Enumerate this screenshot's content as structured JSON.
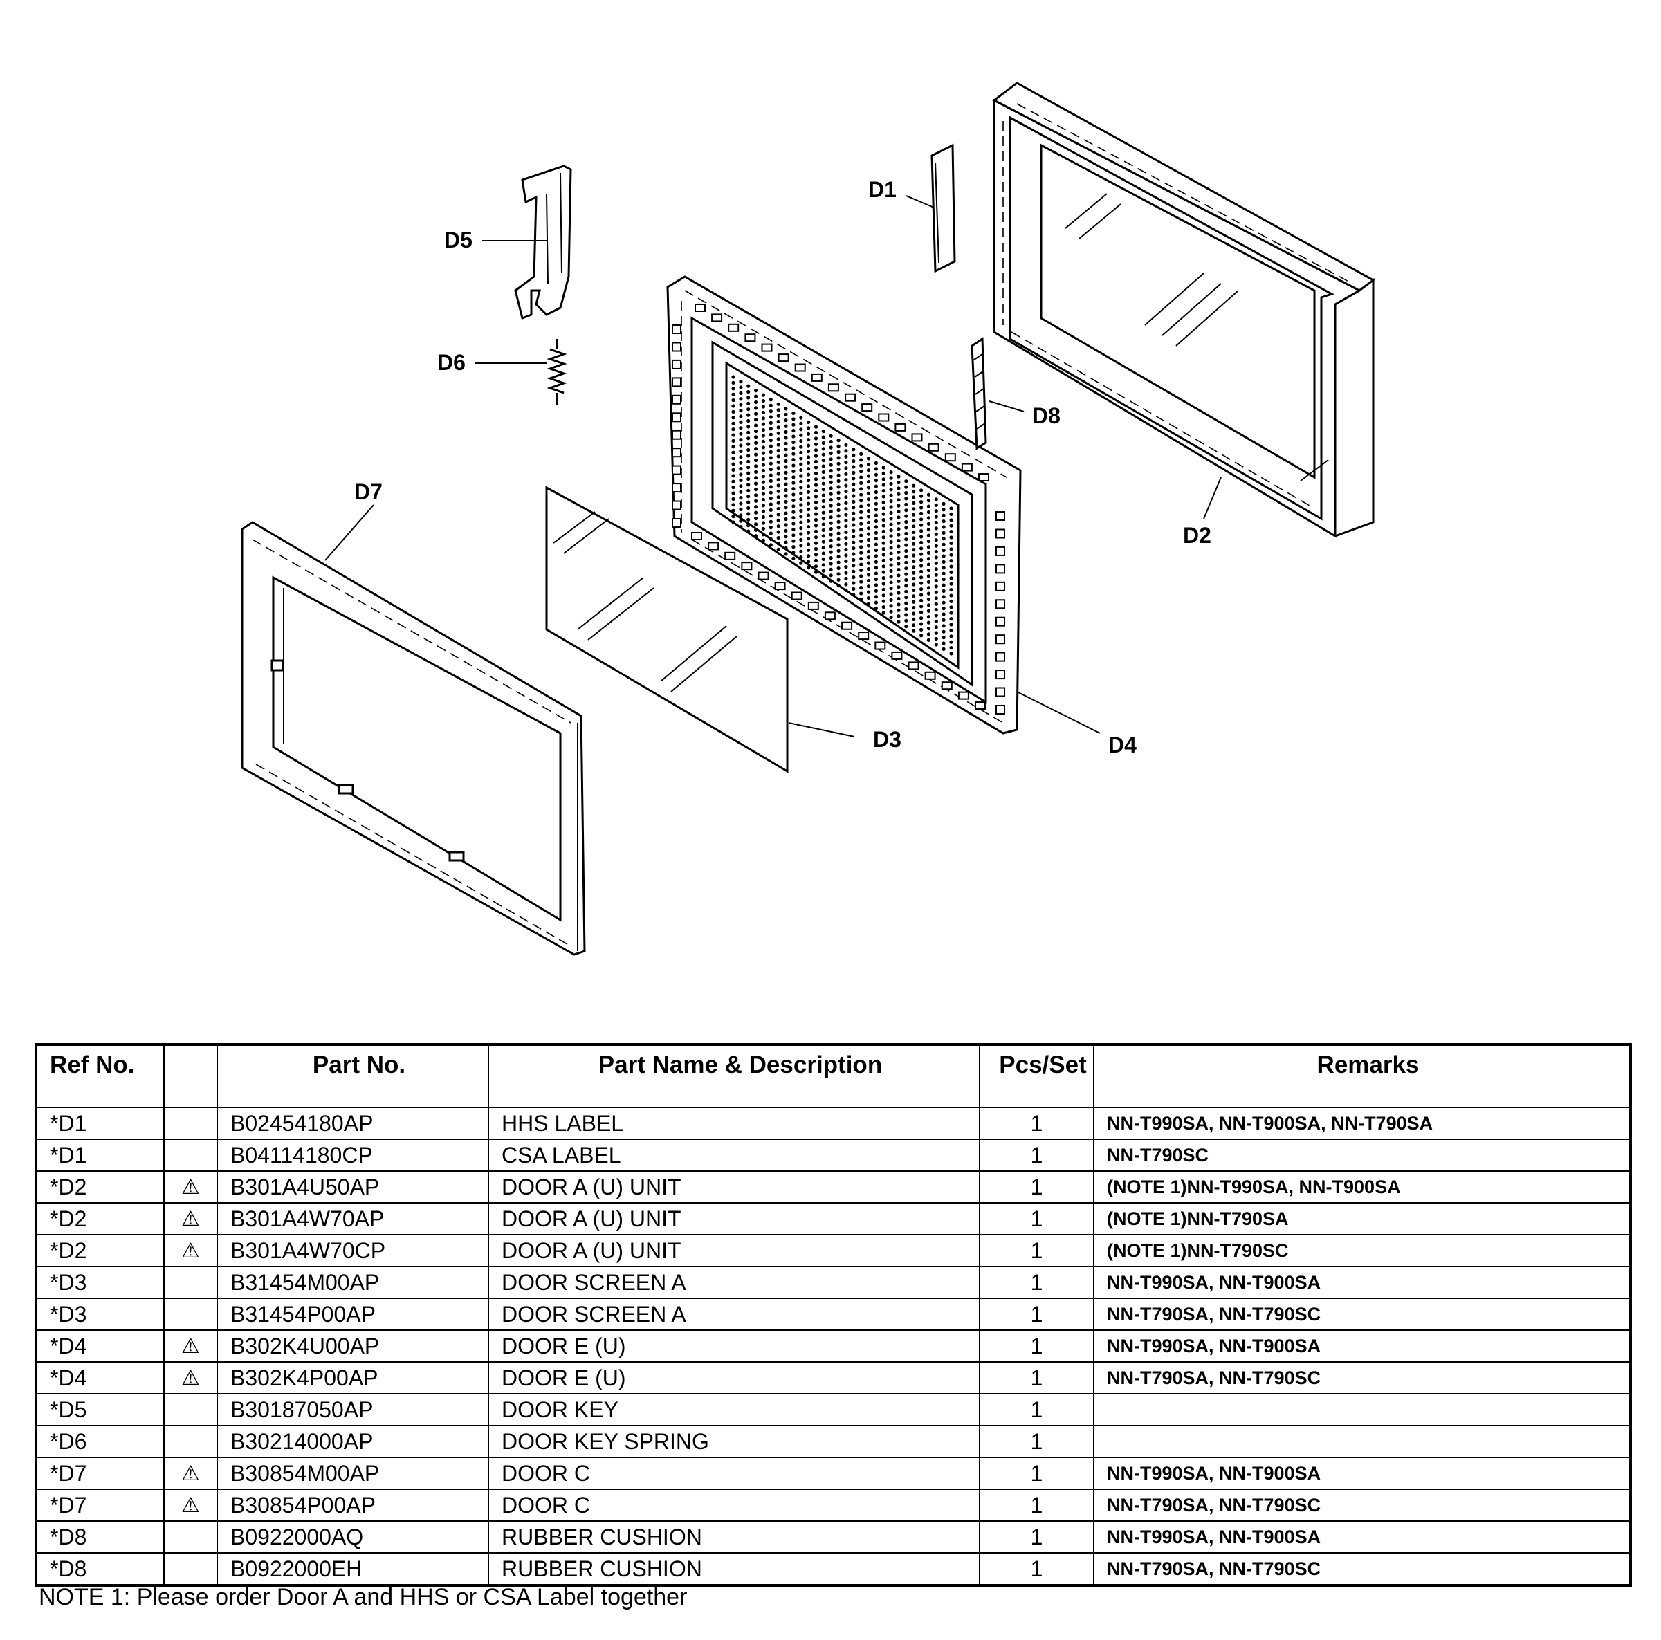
{
  "callouts": [
    "D1",
    "D2",
    "D3",
    "D4",
    "D5",
    "D6",
    "D7",
    "D8"
  ],
  "table": {
    "headers": {
      "ref": "Ref No.",
      "mark": "",
      "part": "Part No.",
      "name": "Part Name & Description",
      "qty": "Pcs/Set",
      "remarks": "Remarks"
    },
    "rows": [
      {
        "ref": "*D1",
        "mark": "",
        "part": "B02454180AP",
        "name": "HHS LABEL",
        "qty": "1",
        "remarks": "NN-T990SA, NN-T900SA, NN-T790SA"
      },
      {
        "ref": "*D1",
        "mark": "",
        "part": "B04114180CP",
        "name": "CSA LABEL",
        "qty": "1",
        "remarks": "NN-T790SC"
      },
      {
        "ref": "*D2",
        "mark": "⚠",
        "part": "B301A4U50AP",
        "name": "DOOR A (U) UNIT",
        "qty": "1",
        "remarks": "(NOTE 1)NN-T990SA, NN-T900SA"
      },
      {
        "ref": "*D2",
        "mark": "⚠",
        "part": "B301A4W70AP",
        "name": "DOOR A (U) UNIT",
        "qty": "1",
        "remarks": "(NOTE 1)NN-T790SA"
      },
      {
        "ref": "*D2",
        "mark": "⚠",
        "part": "B301A4W70CP",
        "name": "DOOR A (U) UNIT",
        "qty": "1",
        "remarks": "(NOTE 1)NN-T790SC"
      },
      {
        "ref": "*D3",
        "mark": "",
        "part": "B31454M00AP",
        "name": "DOOR SCREEN A",
        "qty": "1",
        "remarks": "NN-T990SA, NN-T900SA"
      },
      {
        "ref": "*D3",
        "mark": "",
        "part": "B31454P00AP",
        "name": "DOOR SCREEN A",
        "qty": "1",
        "remarks": "NN-T790SA, NN-T790SC"
      },
      {
        "ref": "*D4",
        "mark": "⚠",
        "part": "B302K4U00AP",
        "name": "DOOR E (U)",
        "qty": "1",
        "remarks": "NN-T990SA, NN-T900SA"
      },
      {
        "ref": "*D4",
        "mark": "⚠",
        "part": "B302K4P00AP",
        "name": "DOOR E (U)",
        "qty": "1",
        "remarks": "NN-T790SA, NN-T790SC"
      },
      {
        "ref": "*D5",
        "mark": "",
        "part": "B30187050AP",
        "name": "DOOR KEY",
        "qty": "1",
        "remarks": ""
      },
      {
        "ref": "*D6",
        "mark": "",
        "part": "B30214000AP",
        "name": "DOOR KEY SPRING",
        "qty": "1",
        "remarks": ""
      },
      {
        "ref": "*D7",
        "mark": "⚠",
        "part": "B30854M00AP",
        "name": "DOOR C",
        "qty": "1",
        "remarks": "NN-T990SA, NN-T900SA"
      },
      {
        "ref": "*D7",
        "mark": "⚠",
        "part": "B30854P00AP",
        "name": "DOOR C",
        "qty": "1",
        "remarks": "NN-T790SA, NN-T790SC"
      },
      {
        "ref": "*D8",
        "mark": "",
        "part": "B0922000AQ",
        "name": "RUBBER CUSHION",
        "qty": "1",
        "remarks": "NN-T990SA, NN-T900SA"
      },
      {
        "ref": "*D8",
        "mark": "",
        "part": "B0922000EH",
        "name": "RUBBER CUSHION",
        "qty": "1",
        "remarks": "NN-T790SA, NN-T790SC"
      }
    ]
  },
  "note": "NOTE 1: Please order Door A and HHS  or CSA Label together"
}
